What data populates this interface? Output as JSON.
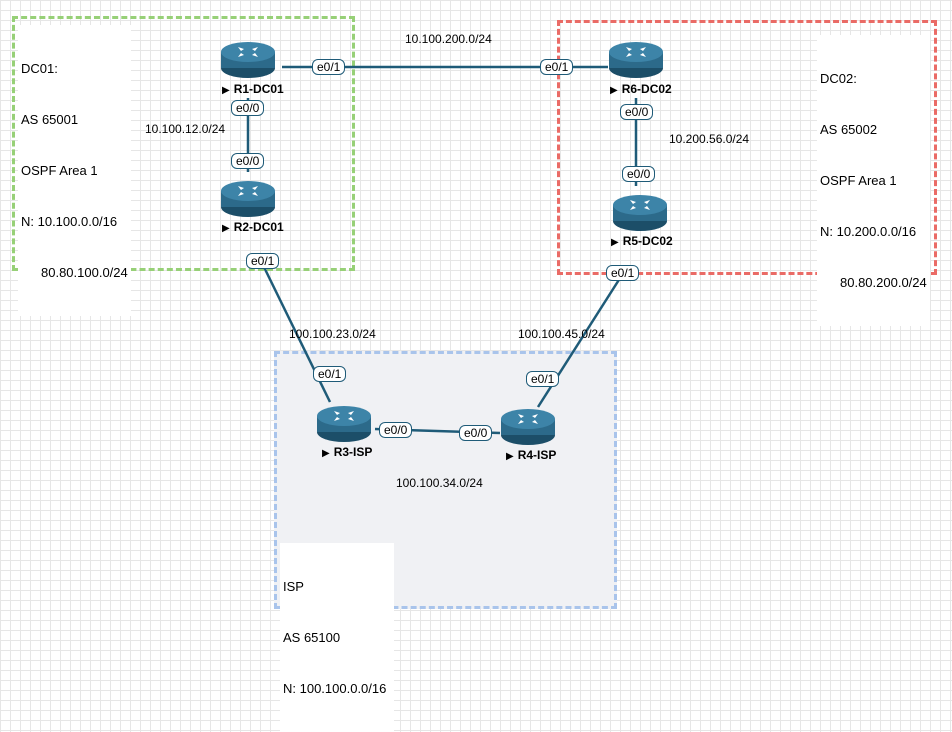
{
  "zones": {
    "dc01": {
      "lines": [
        "DC01:",
        "AS 65001",
        "OSPF Area 1",
        "N: 10.100.0.0/16"
      ],
      "indent_line": "80.80.100.0/24"
    },
    "dc02": {
      "lines": [
        "DC02:",
        "AS 65002",
        "OSPF Area 1",
        "N: 10.200.0.0/16"
      ],
      "indent_line": "80.80.200.0/24"
    },
    "isp": {
      "lines": [
        "ISP",
        "AS 65100",
        "N: 100.100.0.0/16"
      ]
    }
  },
  "routers": {
    "r1": "R1-DC01",
    "r2": "R2-DC01",
    "r3": "R3-ISP",
    "r4": "R4-ISP",
    "r5": "R5-DC02",
    "r6": "R6-DC02"
  },
  "subnets": {
    "r1_r6": "10.100.200.0/24",
    "r1_r2": "10.100.12.0/24",
    "r6_r5": "10.200.56.0/24",
    "r2_r3": "100.100.23.0/24",
    "r5_r4": "100.100.45.0/24",
    "r3_r4": "100.100.34.0/24"
  },
  "ports": {
    "r1_e01": "e0/1",
    "r6_e01": "e0/1",
    "r1_e00": "e0/0",
    "r2_e00": "e0/0",
    "r2_e01": "e0/1",
    "r6_e00": "e0/0",
    "r5_e00": "e0/0",
    "r5_e01": "e0/1",
    "r3_e01": "e0/1",
    "r3_e00": "e0/0",
    "r4_e00": "e0/0",
    "r4_e01": "e0/1"
  },
  "icons": {
    "router": "router-icon",
    "play": "play-triangle-icon"
  },
  "colors": {
    "link": "#1f5b78",
    "dc01_border": "#97d077",
    "dc02_border": "#ea6b66",
    "isp_border": "#a9c4eb",
    "router_body": "#2c6a8a"
  }
}
